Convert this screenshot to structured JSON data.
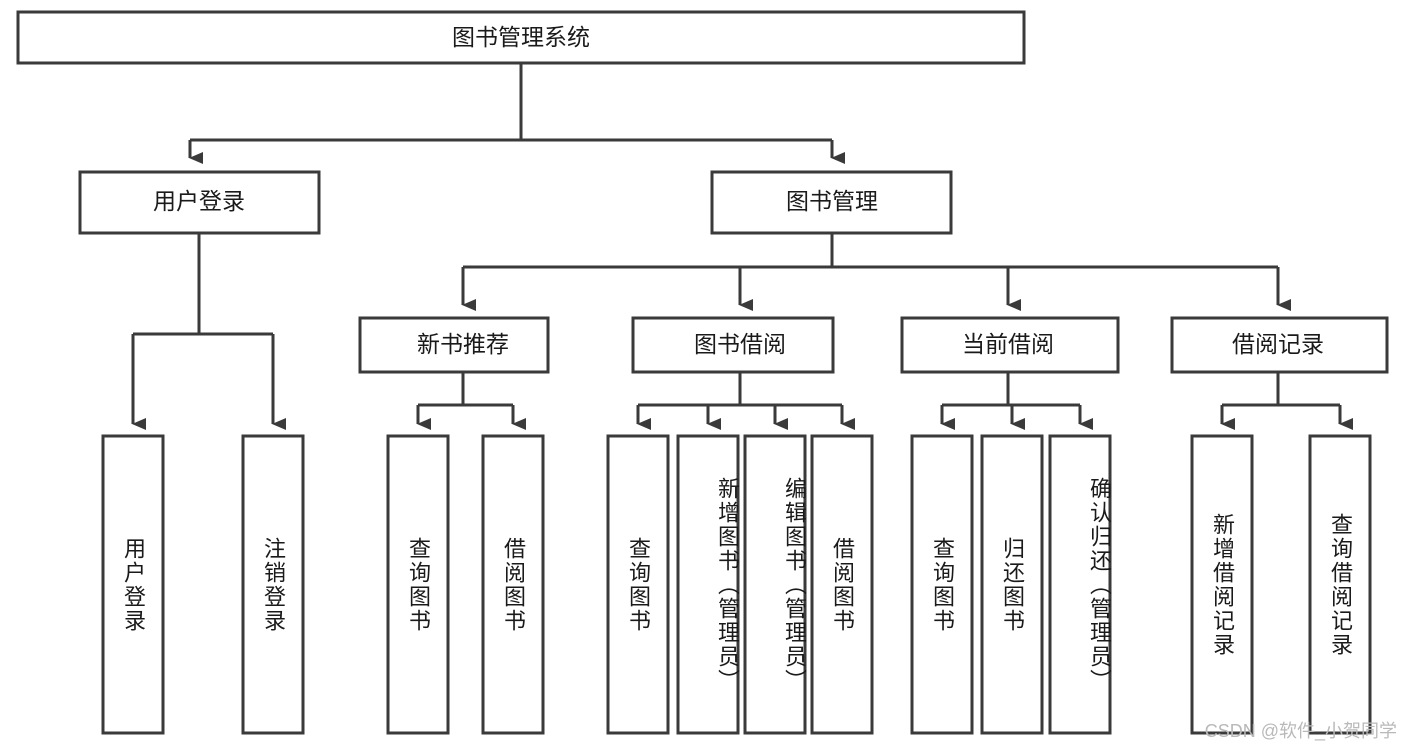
{
  "diagram": {
    "type": "tree-hierarchy",
    "title": "图书管理系统",
    "root": {
      "label": "图书管理系统"
    },
    "level1": [
      {
        "label": "用户登录"
      },
      {
        "label": "图书管理"
      }
    ],
    "level2": [
      {
        "label": "新书推荐"
      },
      {
        "label": "图书借阅"
      },
      {
        "label": "当前借阅"
      },
      {
        "label": "借阅记录"
      }
    ],
    "leaves": {
      "user_login": [
        {
          "label": "用户登录"
        },
        {
          "label": "注销登录"
        }
      ],
      "new_book": [
        {
          "label": "查询图书"
        },
        {
          "label": "借阅图书"
        }
      ],
      "book_borrow": [
        {
          "label": "查询图书"
        },
        {
          "label": "新增图书（管理员）"
        },
        {
          "label": "编辑图书（管理员）"
        },
        {
          "label": "借阅图书"
        }
      ],
      "current_borrow": [
        {
          "label": "查询图书"
        },
        {
          "label": "归还图书"
        },
        {
          "label": "确认归还（管理员）"
        }
      ],
      "borrow_record": [
        {
          "label": "新增借阅记录"
        },
        {
          "label": "查询借阅记录"
        }
      ]
    }
  },
  "watermark": {
    "text": "CSDN @软件_小贺同学"
  },
  "colors": {
    "box_stroke": "#3a3a3a",
    "box_fill": "#ffffff",
    "text": "#1a1a1a",
    "watermark": "#b9b9b9",
    "background": "#ffffff"
  }
}
